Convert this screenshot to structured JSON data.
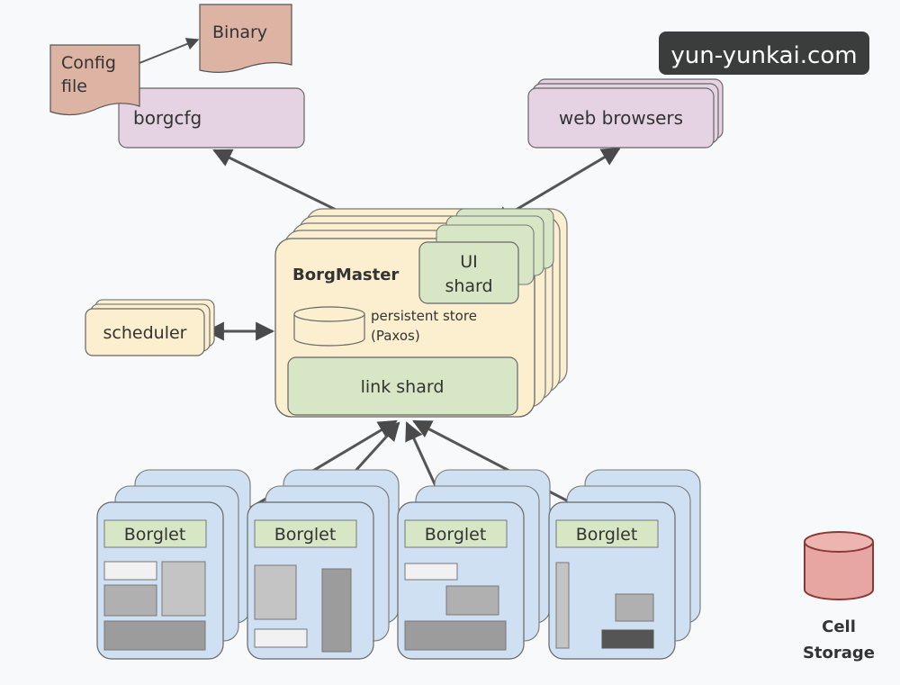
{
  "watermark": "yun-yunkai.com",
  "config_file": {
    "line1": "Config",
    "line2": "file"
  },
  "binary": "Binary",
  "borgcfg": "borgcfg",
  "web_browsers": "web browsers",
  "borgmaster": {
    "title": "BorgMaster",
    "ui_shard_line1": "UI",
    "ui_shard_line2": "shard",
    "store_line1": "persistent store",
    "store_line2": "(Paxos)",
    "link_shard": "link shard"
  },
  "scheduler": "scheduler",
  "borglets": [
    "Borglet",
    "Borglet",
    "Borglet",
    "Borglet"
  ],
  "cell_storage": {
    "line1": "Cell",
    "line2": "Storage"
  },
  "colors": {
    "config": "#ddb3a3",
    "purple": "#e5d3e3",
    "master": "#fcefcf",
    "green": "#d7e7c5",
    "blue": "#cfe0f3",
    "storage": "#e8a6a2"
  }
}
